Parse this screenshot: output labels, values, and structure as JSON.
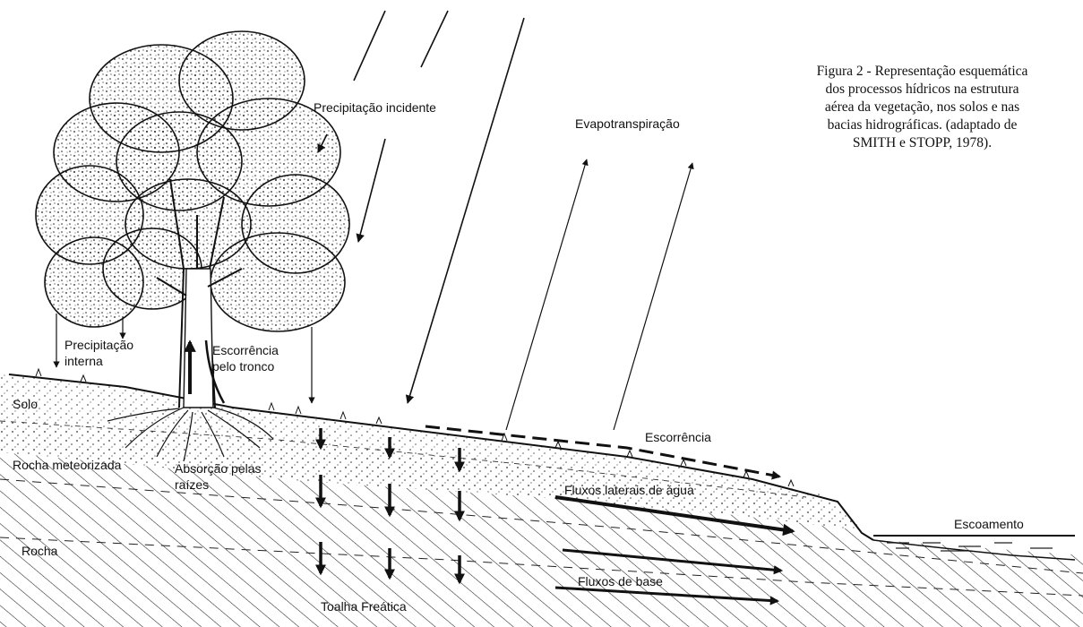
{
  "caption": {
    "lines": [
      "Figura 2 - Representação esquemática",
      "dos processos hídricos na estrutura",
      "aérea da vegetação, nos solos e nas",
      "bacias hidrográficas. (adaptado de",
      "SMITH e STOPP, 1978)."
    ]
  },
  "labels": {
    "precipitacao_incidente": "Precipitação incidente",
    "evapotranspiracao": "Evapotranspiração",
    "precipitacao_interna_1": "Precipitação",
    "precipitacao_interna_2": "interna",
    "escorrencia_tronco_1": "Escorrência",
    "escorrencia_tronco_2": "pelo tronco",
    "solo": "Solo",
    "rocha_meteorizada": "Rocha meteorizada",
    "absorcao_1": "Absorção pelas",
    "absorcao_2": "raízes",
    "rocha": "Rocha",
    "escorrencia": "Escorrência",
    "fluxos_laterais": "Fluxos laterais de água",
    "escoamento": "Escoamento",
    "fluxos_base": "Fluxos de base",
    "toalha_freatica": "Toalha Freática"
  },
  "colors": {
    "ink": "#111111",
    "paper": "#ffffff"
  }
}
